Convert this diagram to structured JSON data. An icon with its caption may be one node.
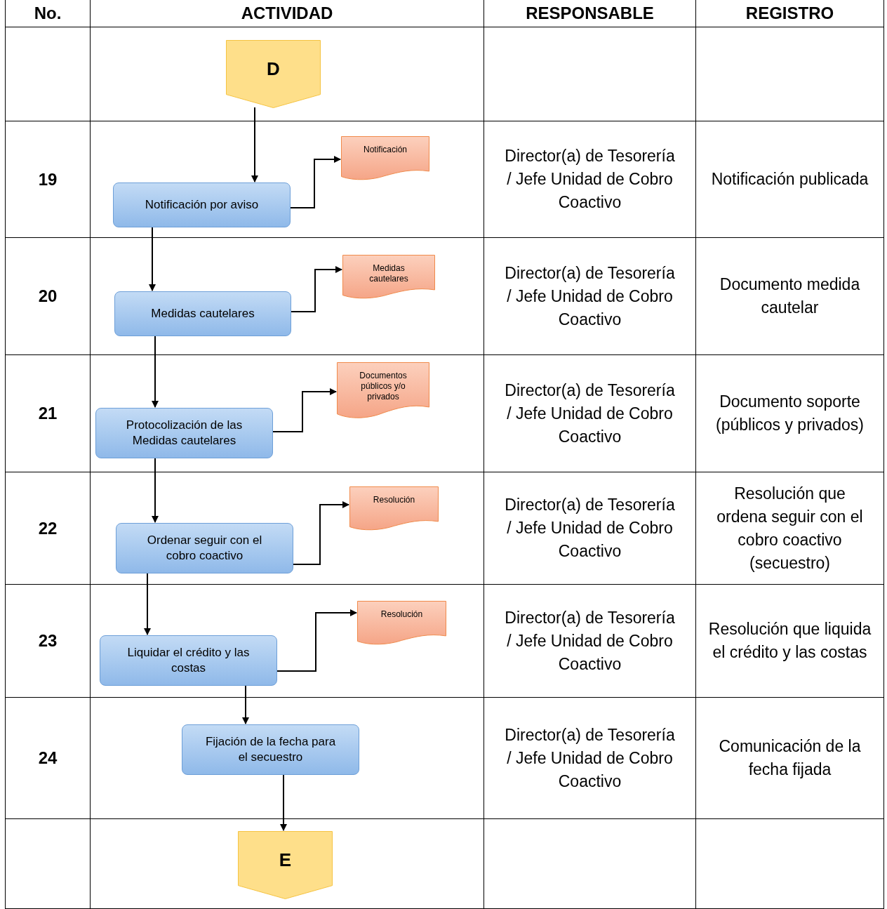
{
  "diagram": {
    "nodes": [
      {
        "text": [
          "D"
        ]
      },
      {
        "text": [
          "Notificación por aviso"
        ]
      },
      {
        "text": [
          "Notificación"
        ]
      },
      {
        "text": [
          "Medidas cautelares"
        ]
      },
      {
        "text": [
          "Medidas cautelares"
        ]
      },
      {
        "text": [
          "Protocolización de las Medidas cautelares"
        ]
      },
      {
        "text": [
          "Documentos públicos y/o privados"
        ]
      },
      {
        "text": [
          "Ordenar seguir con el cobro coactivo"
        ]
      },
      {
        "text": [
          "Resolución"
        ]
      },
      {
        "text": [
          "Liquidar el crédito y las costas"
        ]
      },
      {
        "text": [
          "Resolución"
        ]
      },
      {
        "text": [
          "Fijación de la fecha para el secuestro"
        ]
      },
      {
        "text": [
          "E"
        ]
      }
    ],
    "edges": [
      {
        "from": 0,
        "to": 1,
        "arrow": "to"
      },
      {
        "from": 1,
        "to": 2,
        "arrow": "to"
      },
      {
        "from": 1,
        "to": 3,
        "arrow": "to"
      },
      {
        "from": 3,
        "to": 4,
        "arrow": "to"
      },
      {
        "from": 3,
        "to": 5,
        "arrow": "to"
      },
      {
        "from": 5,
        "to": 6,
        "arrow": "to"
      },
      {
        "from": 5,
        "to": 7,
        "arrow": "to"
      },
      {
        "from": 7,
        "to": 8,
        "arrow": "to"
      },
      {
        "from": 7,
        "to": 9,
        "arrow": "to"
      },
      {
        "from": 9,
        "to": 10,
        "arrow": "to"
      },
      {
        "from": 9,
        "to": 11,
        "arrow": "to"
      },
      {
        "from": 11,
        "to": 12,
        "arrow": "to"
      }
    ],
    "labels": [
      "No.",
      "ACTIVIDAD",
      "RESPONSABLE",
      "REGISTRO",
      "19",
      "Director(a) de Tesorería / Jefe Unidad de Cobro Coactivo",
      "Notificación publicada",
      "20",
      "Director(a) de Tesorería / Jefe Unidad de Cobro Coactivo",
      "Documento medida cautelar",
      "21",
      "Director(a) de Tesorería / Jefe Unidad de Cobro Coactivo",
      "Documento soporte (públicos y privados)",
      "22",
      "Director(a) de Tesorería / Jefe Unidad de Cobro Coactivo",
      "Resolución que ordena seguir con el cobro coactivo (secuestro)",
      "23",
      "Director(a) de Tesorería / Jefe Unidad de Cobro Coactivo",
      "Resolución que liquida el crédito y las costas",
      "24",
      "Director(a) de Tesorería / Jefe Unidad de Cobro Coactivo",
      "Comunicación de la fecha fijada"
    ]
  }
}
